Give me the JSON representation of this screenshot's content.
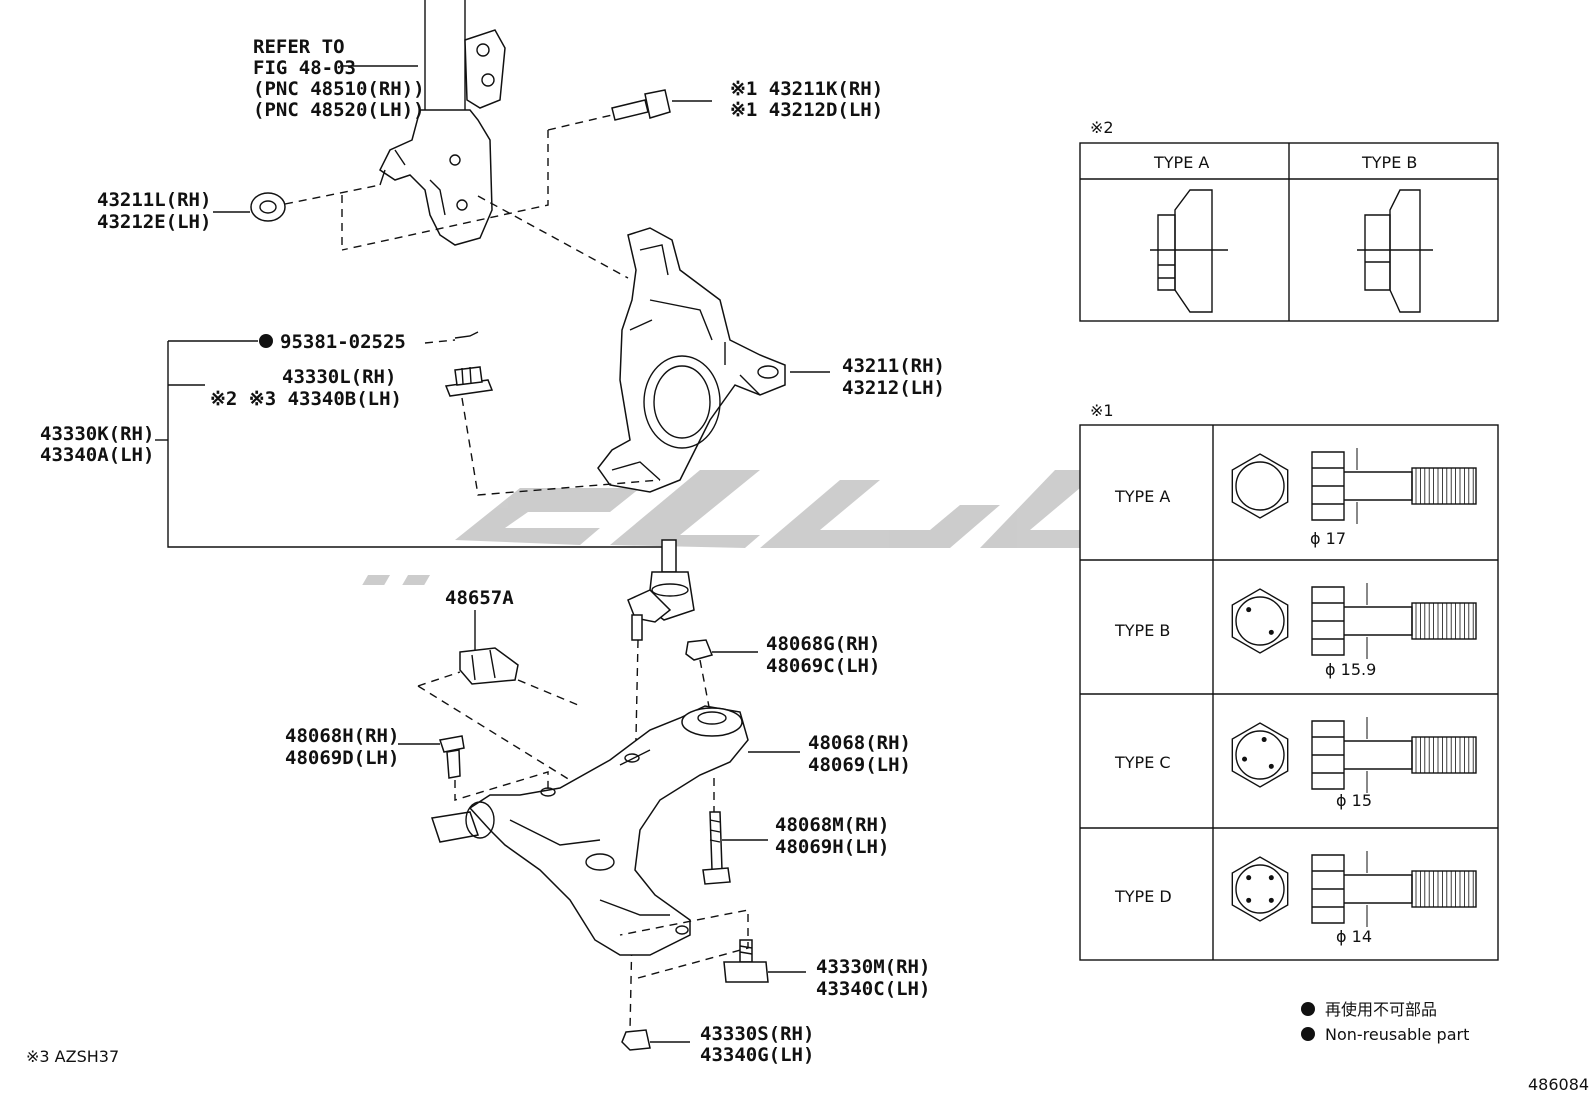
{
  "diagram_number": "486084",
  "footnote": "※3 AZSH37",
  "callouts": {
    "refer_line1": "REFER TO",
    "refer_line2": "FIG 48-03",
    "refer_line3": "(PNC 48510(RH))",
    "refer_line4": "(PNC 48520(LH))",
    "bolt_rh": "※1 43211K(RH)",
    "bolt_lh": "※1 43212D(LH)",
    "nut_rh": "43211L(RH)",
    "nut_lh": "43212E(LH)",
    "pin": "95381-02525",
    "nut2_rh": "43330L(RH)",
    "nut2_lh": "※2 ※3 43340B(LH)",
    "ball_rh": "43330K(RH)",
    "ball_lh": "43340A(LH)",
    "knuckle_rh": "43211(RH)",
    "knuckle_lh": "43212(LH)",
    "bracket": "48657A",
    "nut3_rh": "48068G(RH)",
    "nut3_lh": "48069C(LH)",
    "bolt2_rh": "48068H(RH)",
    "bolt2_lh": "48069D(LH)",
    "arm_rh": "48068(RH)",
    "arm_lh": "48069(LH)",
    "bolt3_rh": "48068M(RH)",
    "bolt3_lh": "48069H(LH)",
    "bolt4_rh": "43330M(RH)",
    "bolt4_lh": "43340C(LH)",
    "nut4_rh": "43330S(RH)",
    "nut4_lh": "43340G(LH)"
  },
  "table2": {
    "mark": "※2",
    "headers": [
      "TYPE A",
      "TYPE B"
    ]
  },
  "table1": {
    "mark": "※1",
    "rows": [
      {
        "type": "TYPE A",
        "diameter": "ϕ 17"
      },
      {
        "type": "TYPE B",
        "diameter": "ϕ 15.9"
      },
      {
        "type": "TYPE C",
        "diameter": "ϕ 15"
      },
      {
        "type": "TYPE D",
        "diameter": "ϕ 14"
      }
    ]
  },
  "legend": {
    "japanese": "再使用不可部品",
    "english": "Non-reusable part"
  },
  "colors": {
    "line": "#111111",
    "watermark": "#c9c9c9"
  }
}
